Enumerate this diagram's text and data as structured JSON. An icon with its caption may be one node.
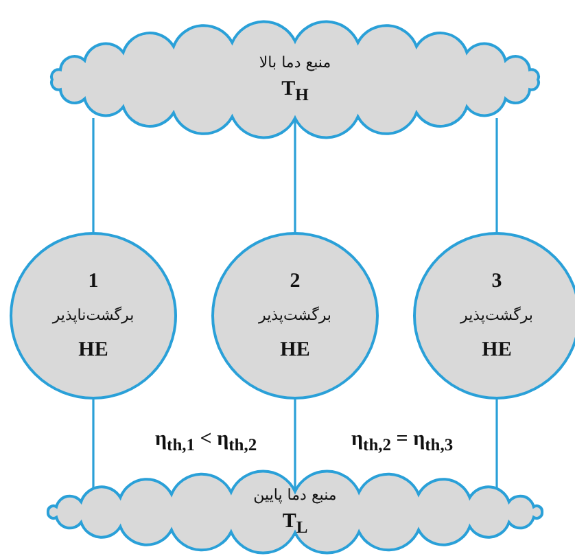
{
  "diagram": {
    "nodes": [
      {
        "text": [
          "منبع دما بالا",
          "T$_{H}$"
        ]
      },
      {
        "text": [
          "1",
          "برگشت‌ناپذیر",
          "HE"
        ]
      },
      {
        "text": [
          "2",
          "برگشت‌پذیر",
          "HE"
        ]
      },
      {
        "text": [
          "3",
          "برگشت‌پذیر",
          "HE"
        ]
      },
      {
        "text": [
          "منبع دما پایین",
          "T$_{L}$"
        ]
      }
    ],
    "edges": [
      {
        "from": 0,
        "to": 1,
        "arrow": "none"
      },
      {
        "from": 0,
        "to": 2,
        "arrow": "none"
      },
      {
        "from": 0,
        "to": 3,
        "arrow": "none"
      },
      {
        "from": 1,
        "to": 4,
        "arrow": "none"
      },
      {
        "from": 2,
        "to": 4,
        "arrow": "none"
      },
      {
        "from": 3,
        "to": 4,
        "arrow": "none"
      }
    ],
    "labels": [
      "η$_{th,1}$ < η$_{th,2}$",
      "η$_{th,2}$ = η$_{th,3}$"
    ]
  }
}
